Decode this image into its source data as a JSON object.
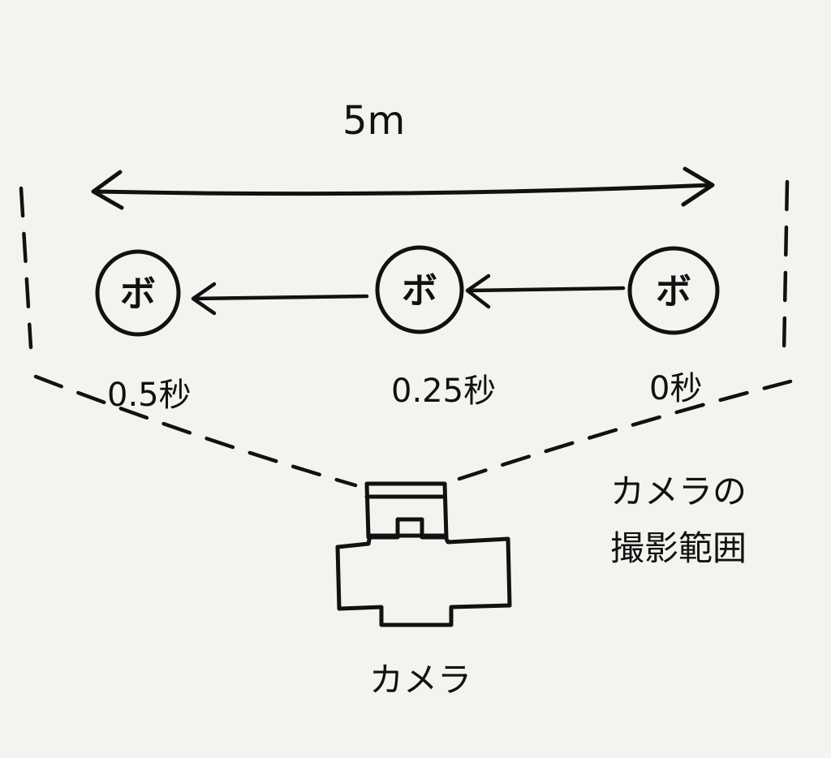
{
  "distance_label": "5m",
  "ball_glyph": "ボ",
  "balls": [
    {
      "glyph": "ボ",
      "time": "0.5秒"
    },
    {
      "glyph": "ボ",
      "time": "0.25秒"
    },
    {
      "glyph": "ボ",
      "time": "0秒"
    }
  ],
  "camera_label": "カメラ",
  "range_label_line1": "カメラの",
  "range_label_line2": "撮影範囲"
}
